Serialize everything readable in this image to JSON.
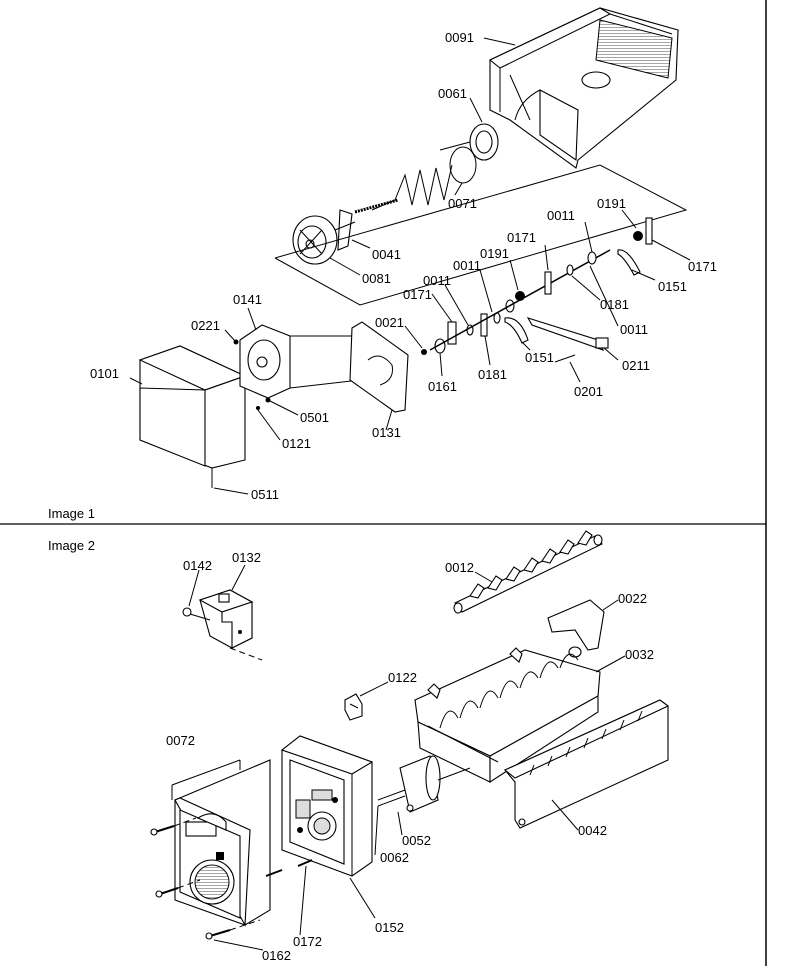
{
  "captions": {
    "image1": "Image 1",
    "image2": "Image 2"
  },
  "image1_labels": {
    "p0091": "0091",
    "p0061": "0061",
    "p0071": "0071",
    "p0041": "0041",
    "p0081": "0081",
    "p0011a": "0011",
    "p0191a": "0191",
    "p0171a": "0171",
    "p0191b": "0191",
    "p0011b": "0011",
    "p0171b": "0171",
    "p0181a": "0181",
    "p0151a": "0151",
    "p0011c": "0011",
    "p0011d": "0011",
    "p0171c": "0171",
    "p0141": "0141",
    "p0221": "0221",
    "p0021": "0021",
    "p0181b": "0181",
    "p0151b": "0151",
    "p0211": "0211",
    "p0161": "0161",
    "p0201": "0201",
    "p0101": "0101",
    "p0501": "0501",
    "p0121": "0121",
    "p0131": "0131",
    "p0511": "0511"
  },
  "image2_labels": {
    "p0142": "0142",
    "p0132": "0132",
    "p0012": "0012",
    "p0022": "0022",
    "p0032": "0032",
    "p0122": "0122",
    "p0072": "0072",
    "p0042": "0042",
    "p0052": "0052",
    "p0062": "0062",
    "p0152": "0152",
    "p0172": "0172",
    "p0162": "0162"
  }
}
